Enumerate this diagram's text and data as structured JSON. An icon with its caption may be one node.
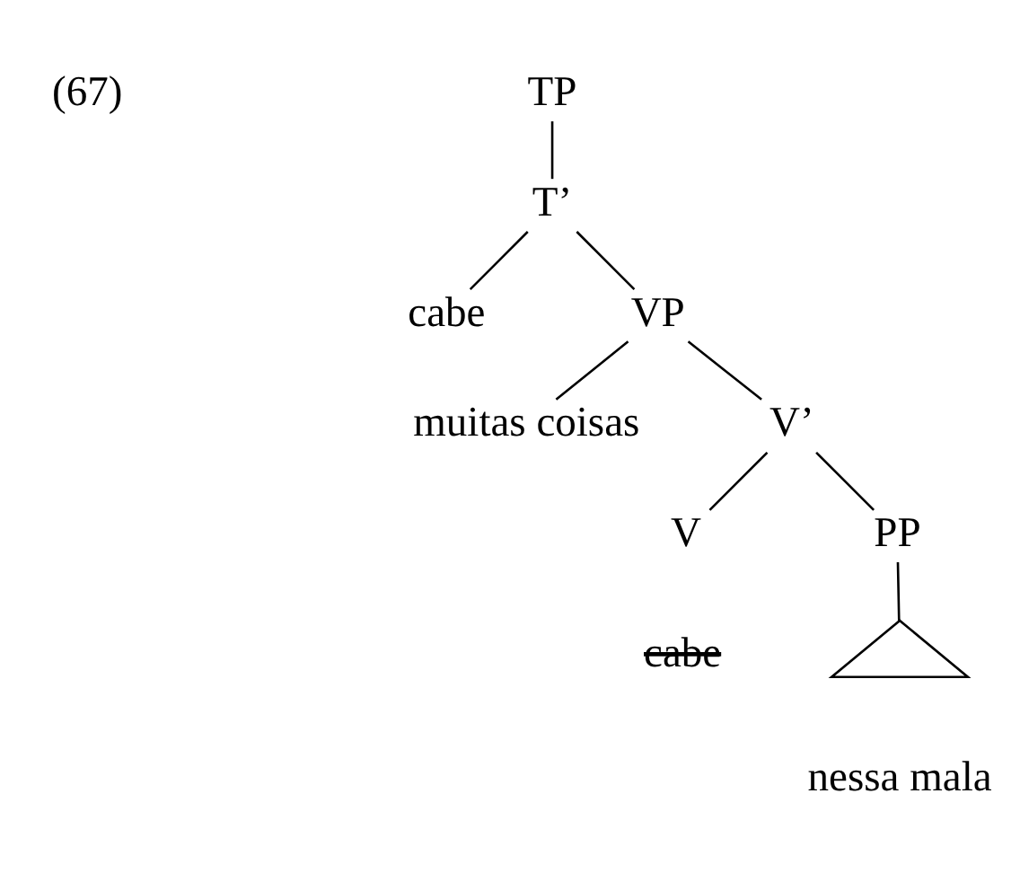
{
  "diagram": {
    "nodes": [
      {
        "text": [
          "TP"
        ]
      },
      {
        "text": [
          "T’"
        ]
      },
      {
        "text": [
          "cabe"
        ]
      },
      {
        "text": [
          "VP"
        ]
      },
      {
        "text": [
          "muitas coisas"
        ]
      },
      {
        "text": [
          "V’"
        ]
      },
      {
        "text": [
          "V"
        ],
        "beside": [
          "cabe"
        ]
      },
      {
        "text": [
          "PP"
        ]
      },
      {
        "text": [],
        "shape": "triangle",
        "beside": [
          "nessa mala"
        ]
      }
    ],
    "edges": [
      {
        "from": 0,
        "to": 1,
        "arrow": "none"
      },
      {
        "from": 1,
        "to": 2,
        "arrow": "none"
      },
      {
        "from": 1,
        "to": 3,
        "arrow": "none"
      },
      {
        "from": 3,
        "to": 4,
        "arrow": "none"
      },
      {
        "from": 3,
        "to": 5,
        "arrow": "none"
      },
      {
        "from": 5,
        "to": 6,
        "arrow": "none"
      },
      {
        "from": 5,
        "to": 7,
        "arrow": "none"
      },
      {
        "from": 7,
        "to": 8,
        "arrow": "none"
      }
    ],
    "labels": [
      "(67)"
    ]
  }
}
